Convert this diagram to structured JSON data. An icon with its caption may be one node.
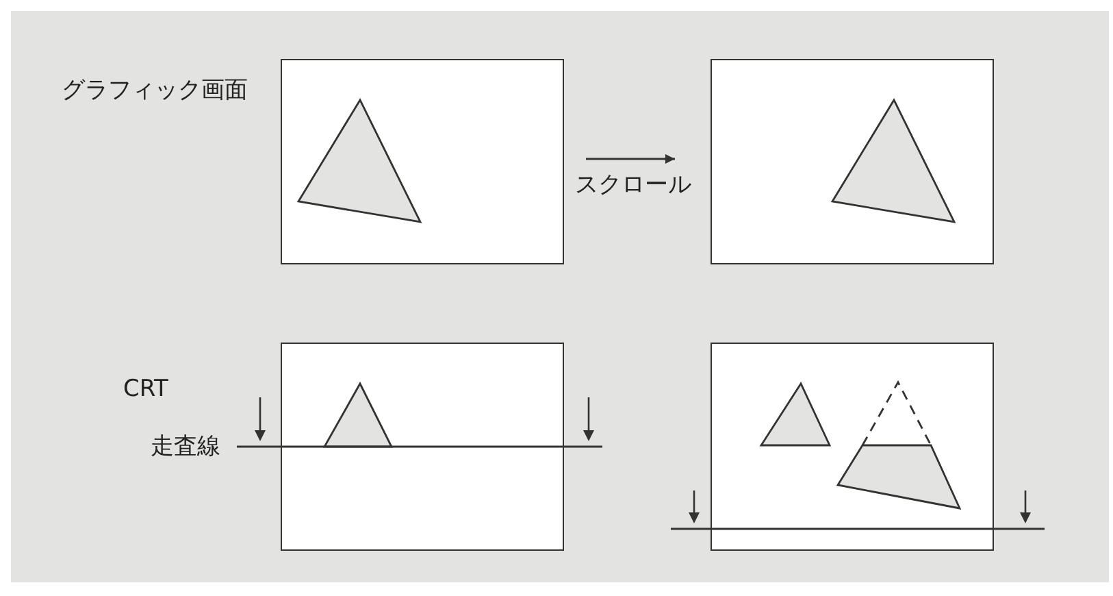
{
  "diagram": {
    "nodes": [
      {
        "text": [],
        "shape": "box"
      },
      {
        "text": [],
        "shape": "box"
      },
      {
        "text": [],
        "shape": "box"
      },
      {
        "text": [],
        "shape": "box"
      }
    ],
    "edges": [
      {
        "from": 0,
        "to": 1,
        "arrow": "to",
        "label": "スクロール"
      }
    ],
    "labels": [
      "グラフィック画面",
      "CRT",
      "走査線"
    ]
  }
}
